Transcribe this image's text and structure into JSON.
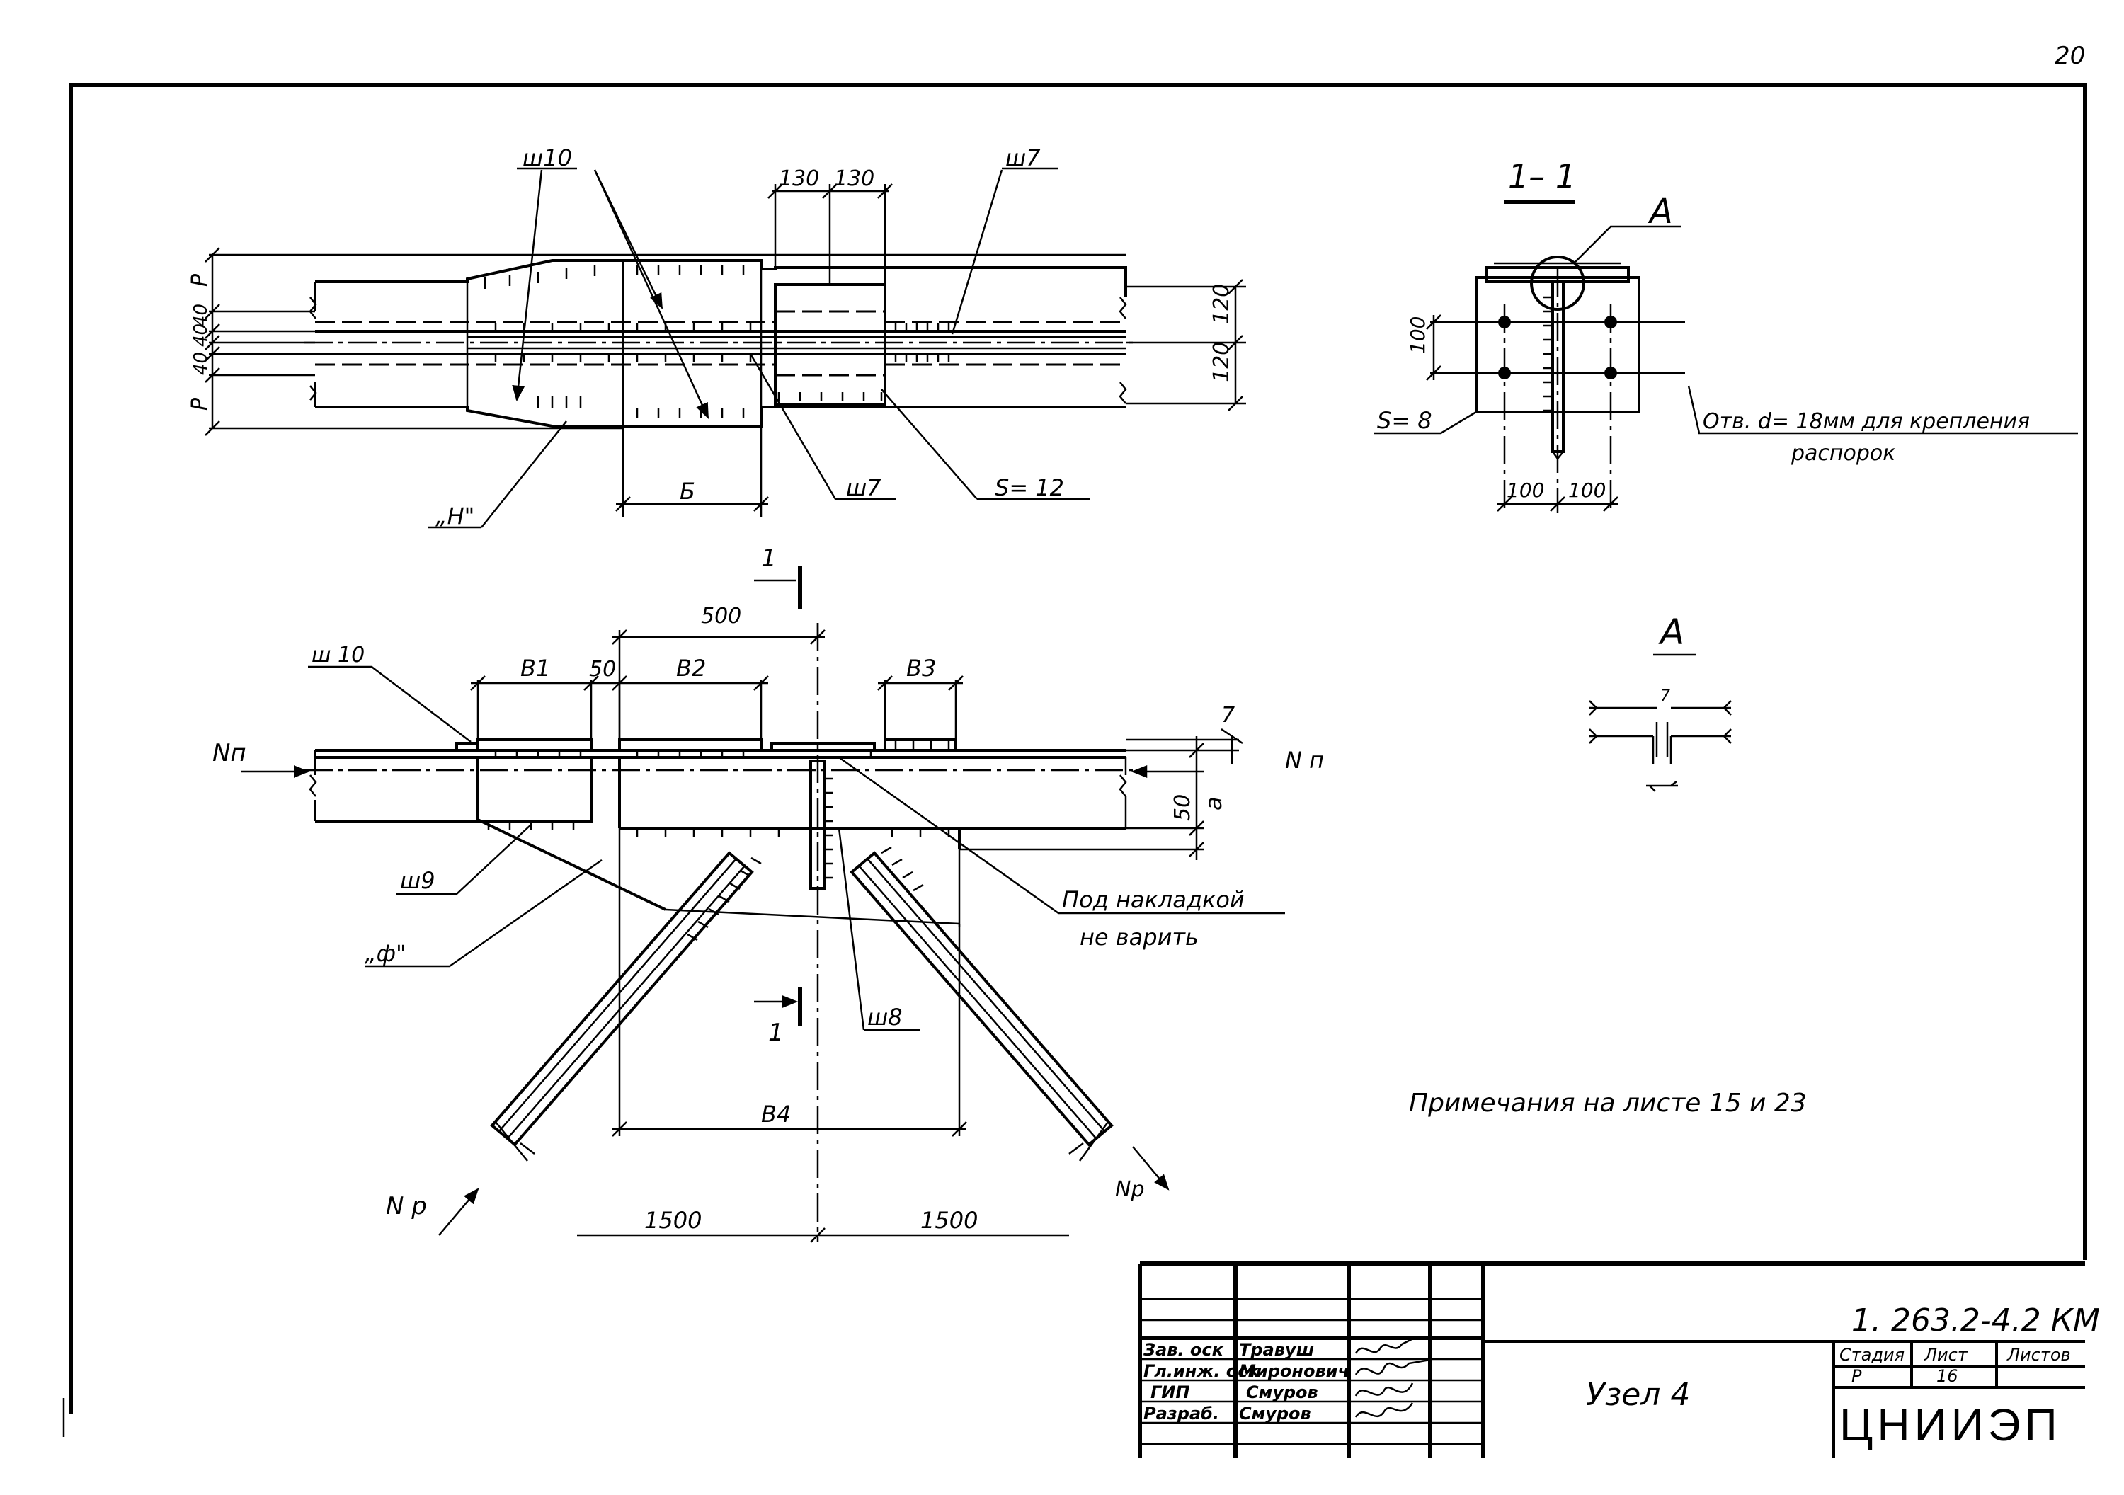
{
  "page_number": "20",
  "plan_view": {
    "labels": {
      "weld_sh10": "ш10",
      "weld_sh7_top": "ш7",
      "weld_sh7_bottom": "ш7",
      "dim_130a": "130",
      "dim_130b": "130",
      "dim_P_top": "P",
      "dim_40a": "40",
      "dim_40b": "40",
      "dim_40c": "40",
      "dim_P_bottom": "P",
      "dim_120a": "120",
      "dim_120b": "120",
      "plate_H": "„H\"",
      "dim_B_letter": "Б",
      "plate_S12": "S= 12"
    }
  },
  "elevation_view": {
    "labels": {
      "sec_1_top": "1",
      "sec_1_bottom": "1",
      "dim_500": "500",
      "weld_sh10": "ш 10",
      "dim_B1": "B1",
      "dim_50a": "50",
      "dim_B2": "B2",
      "dim_B3": "B3",
      "force_Np_left": "Nп",
      "force_Np_right": "N п",
      "dim_7": "7",
      "dim_50b": "50",
      "dim_a": "a",
      "weld_sh9": "ш9",
      "plate_F": "„ф\"",
      "note_under_plate_1": "Под накладкой",
      "note_under_plate_2": "не варить",
      "weld_sh8": "ш8",
      "dim_B4": "B4",
      "force_Nr_left": "N р",
      "force_Nr_right": "Nр",
      "dim_1500a": "1500",
      "dim_1500b": "1500"
    }
  },
  "section_1_1": {
    "title": "1– 1",
    "detail_A": "A",
    "dim_100_vert": "100",
    "plate_S8": "S= 8",
    "hole_note_1": "Отв. d= 18мм для крепления",
    "hole_note_2": "распорок",
    "dim_100a": "100",
    "dim_100b": "100"
  },
  "detail_A": {
    "title": "A",
    "dim_7": "7"
  },
  "notes": "Примечания на листе 15 и 23",
  "title_block": {
    "doc_code": "1. 263.2-4.2 КМ",
    "drawing_name": "Узел 4",
    "org": "ЦНИИЭП",
    "stage_label": "Стадия",
    "sheet_label": "Лист",
    "sheets_label": "Листов",
    "stage": "Р",
    "sheet": "16",
    "sheets": "",
    "people": [
      {
        "role": "Зав. оск",
        "name": "Травуш"
      },
      {
        "role": "Гл.инж. оск",
        "name": "Миронович"
      },
      {
        "role": "ГИП",
        "name": "Смуров"
      },
      {
        "role": "Разраб.",
        "name": "Смуров"
      }
    ]
  }
}
